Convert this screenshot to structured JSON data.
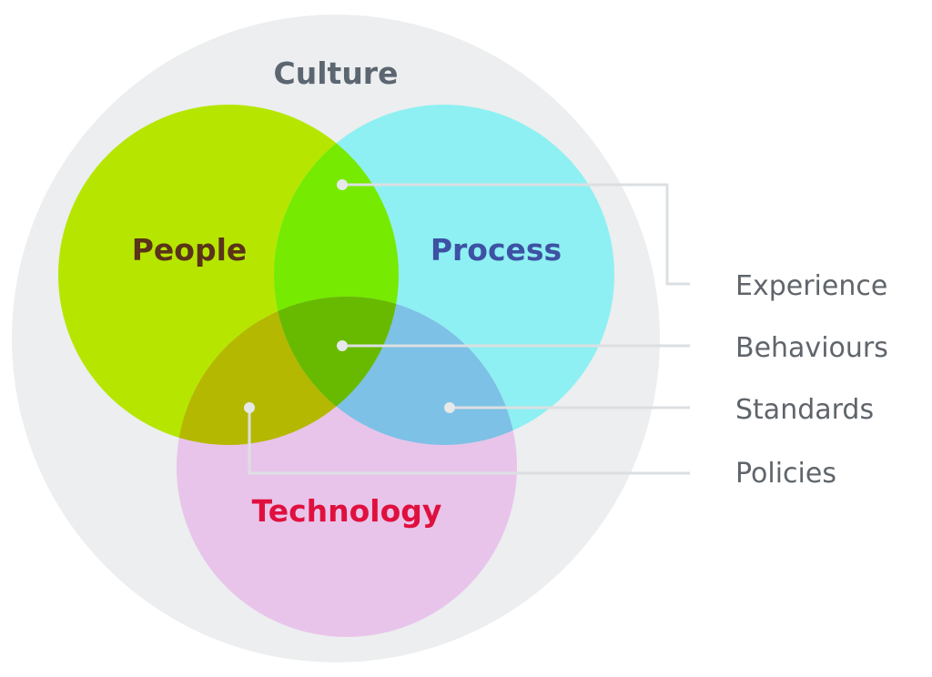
{
  "diagram": {
    "outer": {
      "label": "Culture",
      "fill": "#eceeef",
      "label_color": "#5c6670"
    },
    "circles": {
      "people": {
        "label": "People",
        "fill": "#b6e600",
        "label_color": "#5a3318"
      },
      "process": {
        "label": "Process",
        "fill": "#8ef0f2",
        "label_color": "#3d52a4"
      },
      "technology": {
        "label": "Technology",
        "fill": "#e8c4ea",
        "label_color": "#e0103e"
      }
    },
    "intersections": {
      "people_process": "#76ea00",
      "people_technology": "#b4b800",
      "process_technology": "#7dc1e6",
      "center": "#68ba00"
    },
    "connectors": {
      "line_color": "#dcdfe2",
      "dot_color": "#e6e8ea"
    },
    "side_labels": {
      "experience": "Experience",
      "behaviours": "Behaviours",
      "standards": "Standards",
      "policies": "Policies",
      "color": "#5f656b"
    }
  }
}
